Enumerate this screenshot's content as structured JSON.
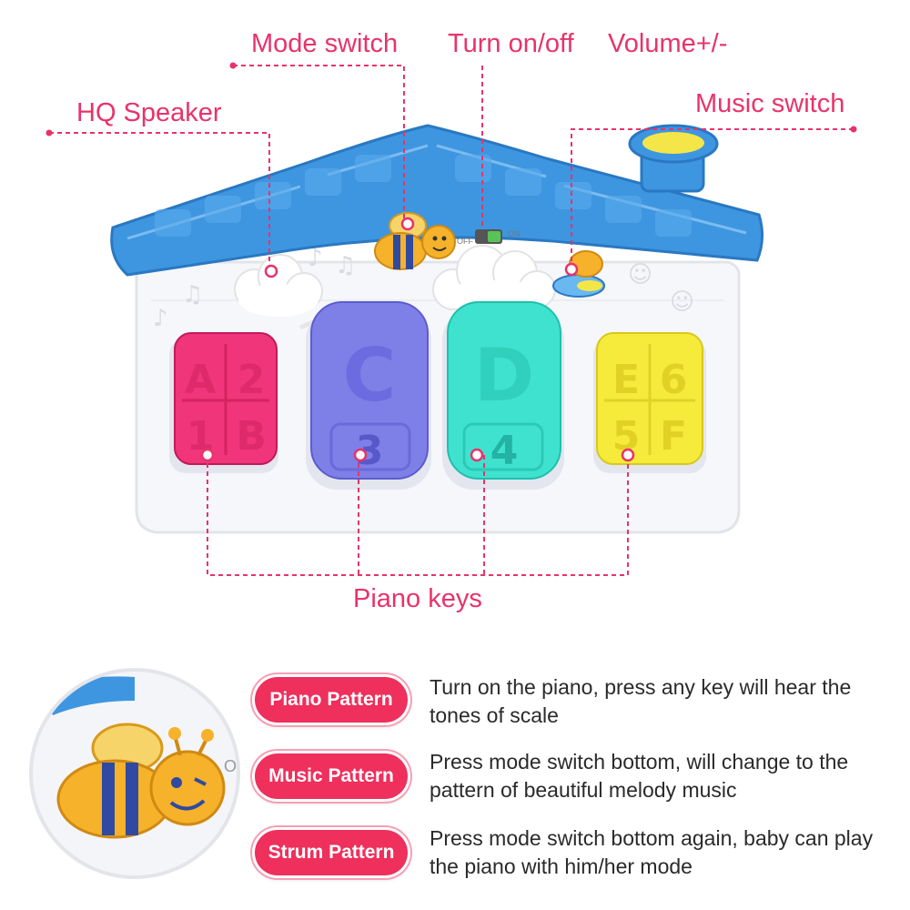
{
  "callouts": {
    "mode_switch": "Mode switch",
    "turn_on_off": "Turn on/off",
    "volume": "Volume+/-",
    "hq_speaker": "HQ Speaker",
    "music_switch": "Music switch",
    "piano_keys": "Piano keys"
  },
  "toy": {
    "switch_off": "OFF",
    "switch_on": "ON",
    "keys": [
      {
        "letters": [
          "A",
          "2",
          "1",
          "B"
        ],
        "color": "#f0357a"
      },
      {
        "letters": [
          "C",
          "3"
        ],
        "color": "#7f7fe8"
      },
      {
        "letters": [
          "D",
          "4"
        ],
        "color": "#3fe2cf"
      },
      {
        "letters": [
          "E",
          "6",
          "5",
          "F"
        ],
        "color": "#f6ea3a"
      }
    ],
    "roof_color": "#3e96e0",
    "inset_label": "ON"
  },
  "patterns": [
    {
      "label": "Piano Pattern",
      "description": "Turn on the piano, press any key will hear the tones of scale"
    },
    {
      "label": "Music Pattern",
      "description": "Press mode switch bottom, will change to the pattern of beautiful melody music"
    },
    {
      "label": "Strum Pattern",
      "description": "Press mode switch bottom again, baby can play the piano with him/her mode"
    }
  ],
  "colors": {
    "accent": "#e8336a",
    "pill": "#ef2f5c",
    "bee_yellow": "#f5b22a",
    "bee_stripe": "#2f4aa0"
  }
}
